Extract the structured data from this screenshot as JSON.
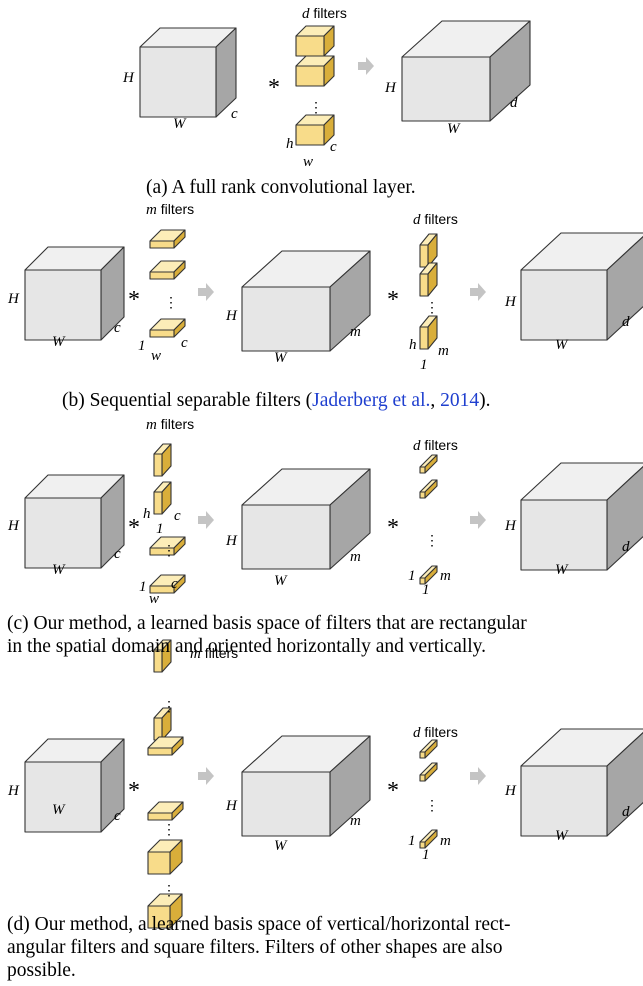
{
  "labels": {
    "H": "H",
    "W": "W",
    "c": "c",
    "d": "d",
    "m": "m",
    "h": "h",
    "w": "w",
    "one": "1",
    "d_filters_var": "d",
    "m_filters_var": "m",
    "filters_word": " filters",
    "conv_symbol": "*",
    "vdots": "⋮"
  },
  "captions": {
    "a": "(a) A full rank convolutional layer.",
    "b_prefix": "(b) Sequential separable filters (",
    "b_cite_author": "Jaderberg et al.",
    "b_sep": ", ",
    "b_cite_year": "2014",
    "b_suffix": ").",
    "c_line1": "(c) Our method, a learned basis space of filters that are rectangular",
    "c_line2": "in the spatial domain and oriented horizontally and vertically.",
    "d_line1": "(d) Our method, a learned basis space of vertical/horizontal rect-",
    "d_line2": "angular filters and square filters.  Filters of other shapes are also",
    "d_line3": "possible."
  },
  "colors": {
    "cube_front": "#e6e6e6",
    "cube_top": "#f0f0f0",
    "cube_side": "#a6a6a6",
    "filter_front": "#f8dc8a",
    "filter_top": "#fcedb8",
    "filter_side": "#d9ae3a",
    "arrow": "#c4c4c4",
    "citation": "#1f3fcf"
  }
}
